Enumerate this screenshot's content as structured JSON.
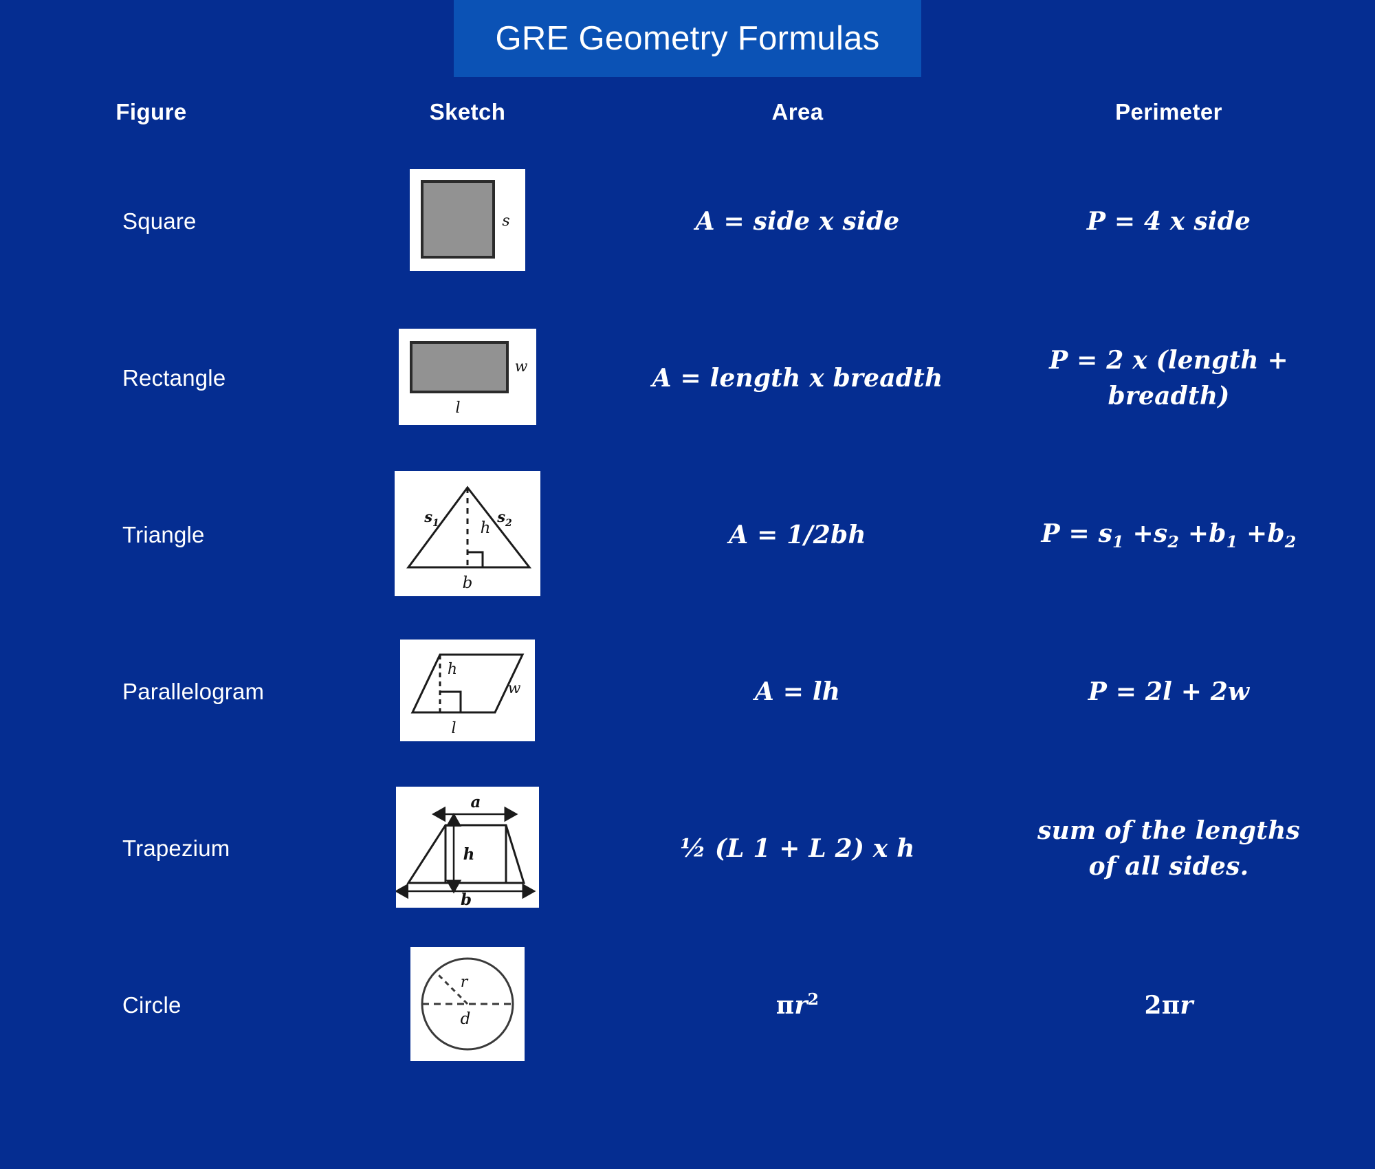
{
  "banner": {
    "title": "GRE Geometry Formulas",
    "bg_color": "#0B52B5"
  },
  "page": {
    "bg_color": "#052D91",
    "text_color": "#FFFFFF"
  },
  "table": {
    "headers": {
      "figure": "Figure",
      "sketch": "Sketch",
      "area": "Area",
      "perimeter": "Perimeter"
    },
    "rows": [
      {
        "figure": "Square",
        "sketch_labels": {
          "side": "s"
        },
        "area": "A = side x side",
        "perimeter": "P = 4 x side"
      },
      {
        "figure": "Rectangle",
        "sketch_labels": {
          "width": "w",
          "length": "l"
        },
        "area": "A = length x breadth",
        "perimeter_line1": "P = 2 x (length +",
        "perimeter_line2": "breadth)"
      },
      {
        "figure": "Triangle",
        "sketch_labels": {
          "side1": "s",
          "side1_sub": "1",
          "side2": "s",
          "side2_sub": "2",
          "height": "h",
          "base": "b"
        },
        "area": "A = 1/2bh",
        "perimeter_parts": {
          "lead": "P = s",
          "s1": "1",
          "plus1": " +s",
          "s2": "2",
          "plus2": " +b",
          "b1": "1",
          "plus3": " +b",
          "b2": "2"
        }
      },
      {
        "figure": "Parallelogram",
        "sketch_labels": {
          "height": "h",
          "width": "w",
          "length": "l"
        },
        "area": "A = lh",
        "perimeter": "P = 2l + 2w"
      },
      {
        "figure": "Trapezium",
        "sketch_labels": {
          "top": "a",
          "height": "h",
          "base": "b"
        },
        "area": "½ (L 1 + L 2) x h",
        "perimeter_line1": "sum of the lengths",
        "perimeter_line2": "of all sides."
      },
      {
        "figure": "Circle",
        "sketch_labels": {
          "radius": "r",
          "diameter": "d"
        },
        "area_parts": {
          "pi": "π",
          "r": "r",
          "exp": "2"
        },
        "perimeter_parts": {
          "two": "2",
          "pi": "π",
          "r": "r"
        }
      }
    ]
  }
}
